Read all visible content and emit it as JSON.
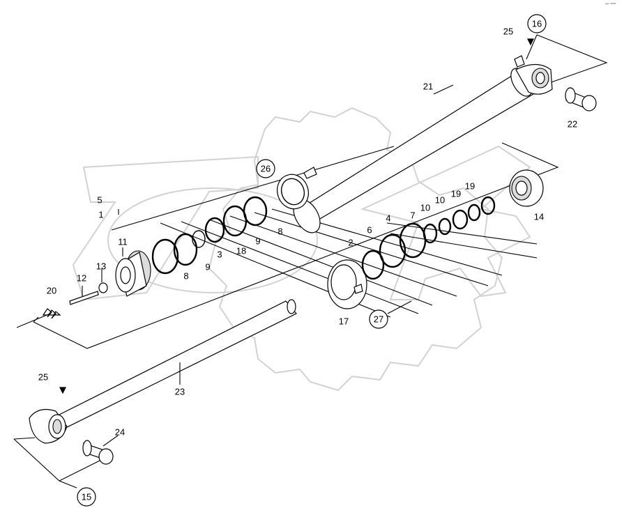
{
  "corner_mark": "ᵃᵖᵗ ²⁰⁰⁸",
  "labels": {
    "n1": "1",
    "n2": "2",
    "n3": "3",
    "n4": "4",
    "n5": "5",
    "n6": "6",
    "n7": "7",
    "n8a": "8",
    "n8b": "8",
    "n9a": "9",
    "n9b": "9",
    "n10": "10",
    "n11": "11",
    "n12": "12",
    "n13": "13",
    "n14": "14",
    "n15": "15",
    "n16": "16",
    "n17": "17",
    "n18": "18",
    "n19a": "19",
    "n19b": "19",
    "n20": "20",
    "n21": "21",
    "n22": "22",
    "n23": "23",
    "n24": "24",
    "n25a": "25",
    "n25b": "25",
    "n26": "26",
    "n27": "27"
  },
  "colors": {
    "line": "#000000",
    "watermark": "#d2d2d2",
    "background": "#ffffff"
  }
}
